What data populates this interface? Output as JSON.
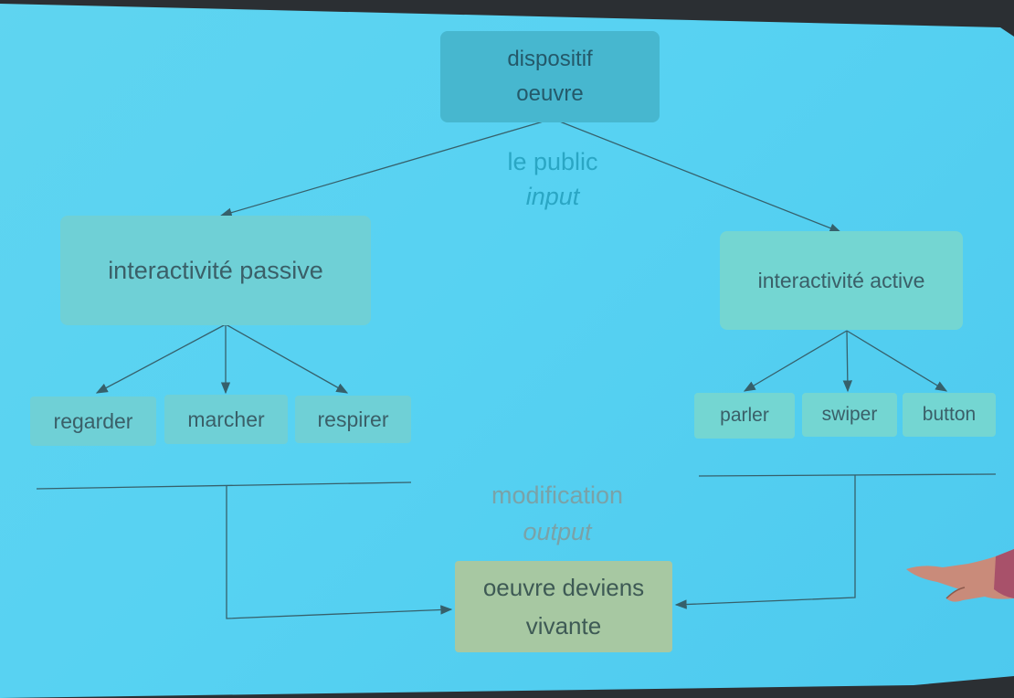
{
  "top": {
    "line1": "dispositif",
    "line2": "oeuvre"
  },
  "input": {
    "line1": "le public",
    "line2": "input"
  },
  "left": {
    "title": "interactivité passive",
    "children": [
      "regarder",
      "marcher",
      "respirer"
    ]
  },
  "right": {
    "title": "interactivité active",
    "children": [
      "parler",
      "swiper",
      "button"
    ]
  },
  "output": {
    "line1": "modification",
    "line2": "output"
  },
  "result": {
    "line1": "oeuvre deviens",
    "line2": "vivante"
  },
  "colors": {
    "slide": "#57d2f2",
    "top_box": "#47b7cf",
    "level_box": "#6fd0d6",
    "result_box": "#a7c8a2",
    "input_text": "#2aa6c4",
    "output_text": "#7aa2a8",
    "lines": "#36606b"
  }
}
